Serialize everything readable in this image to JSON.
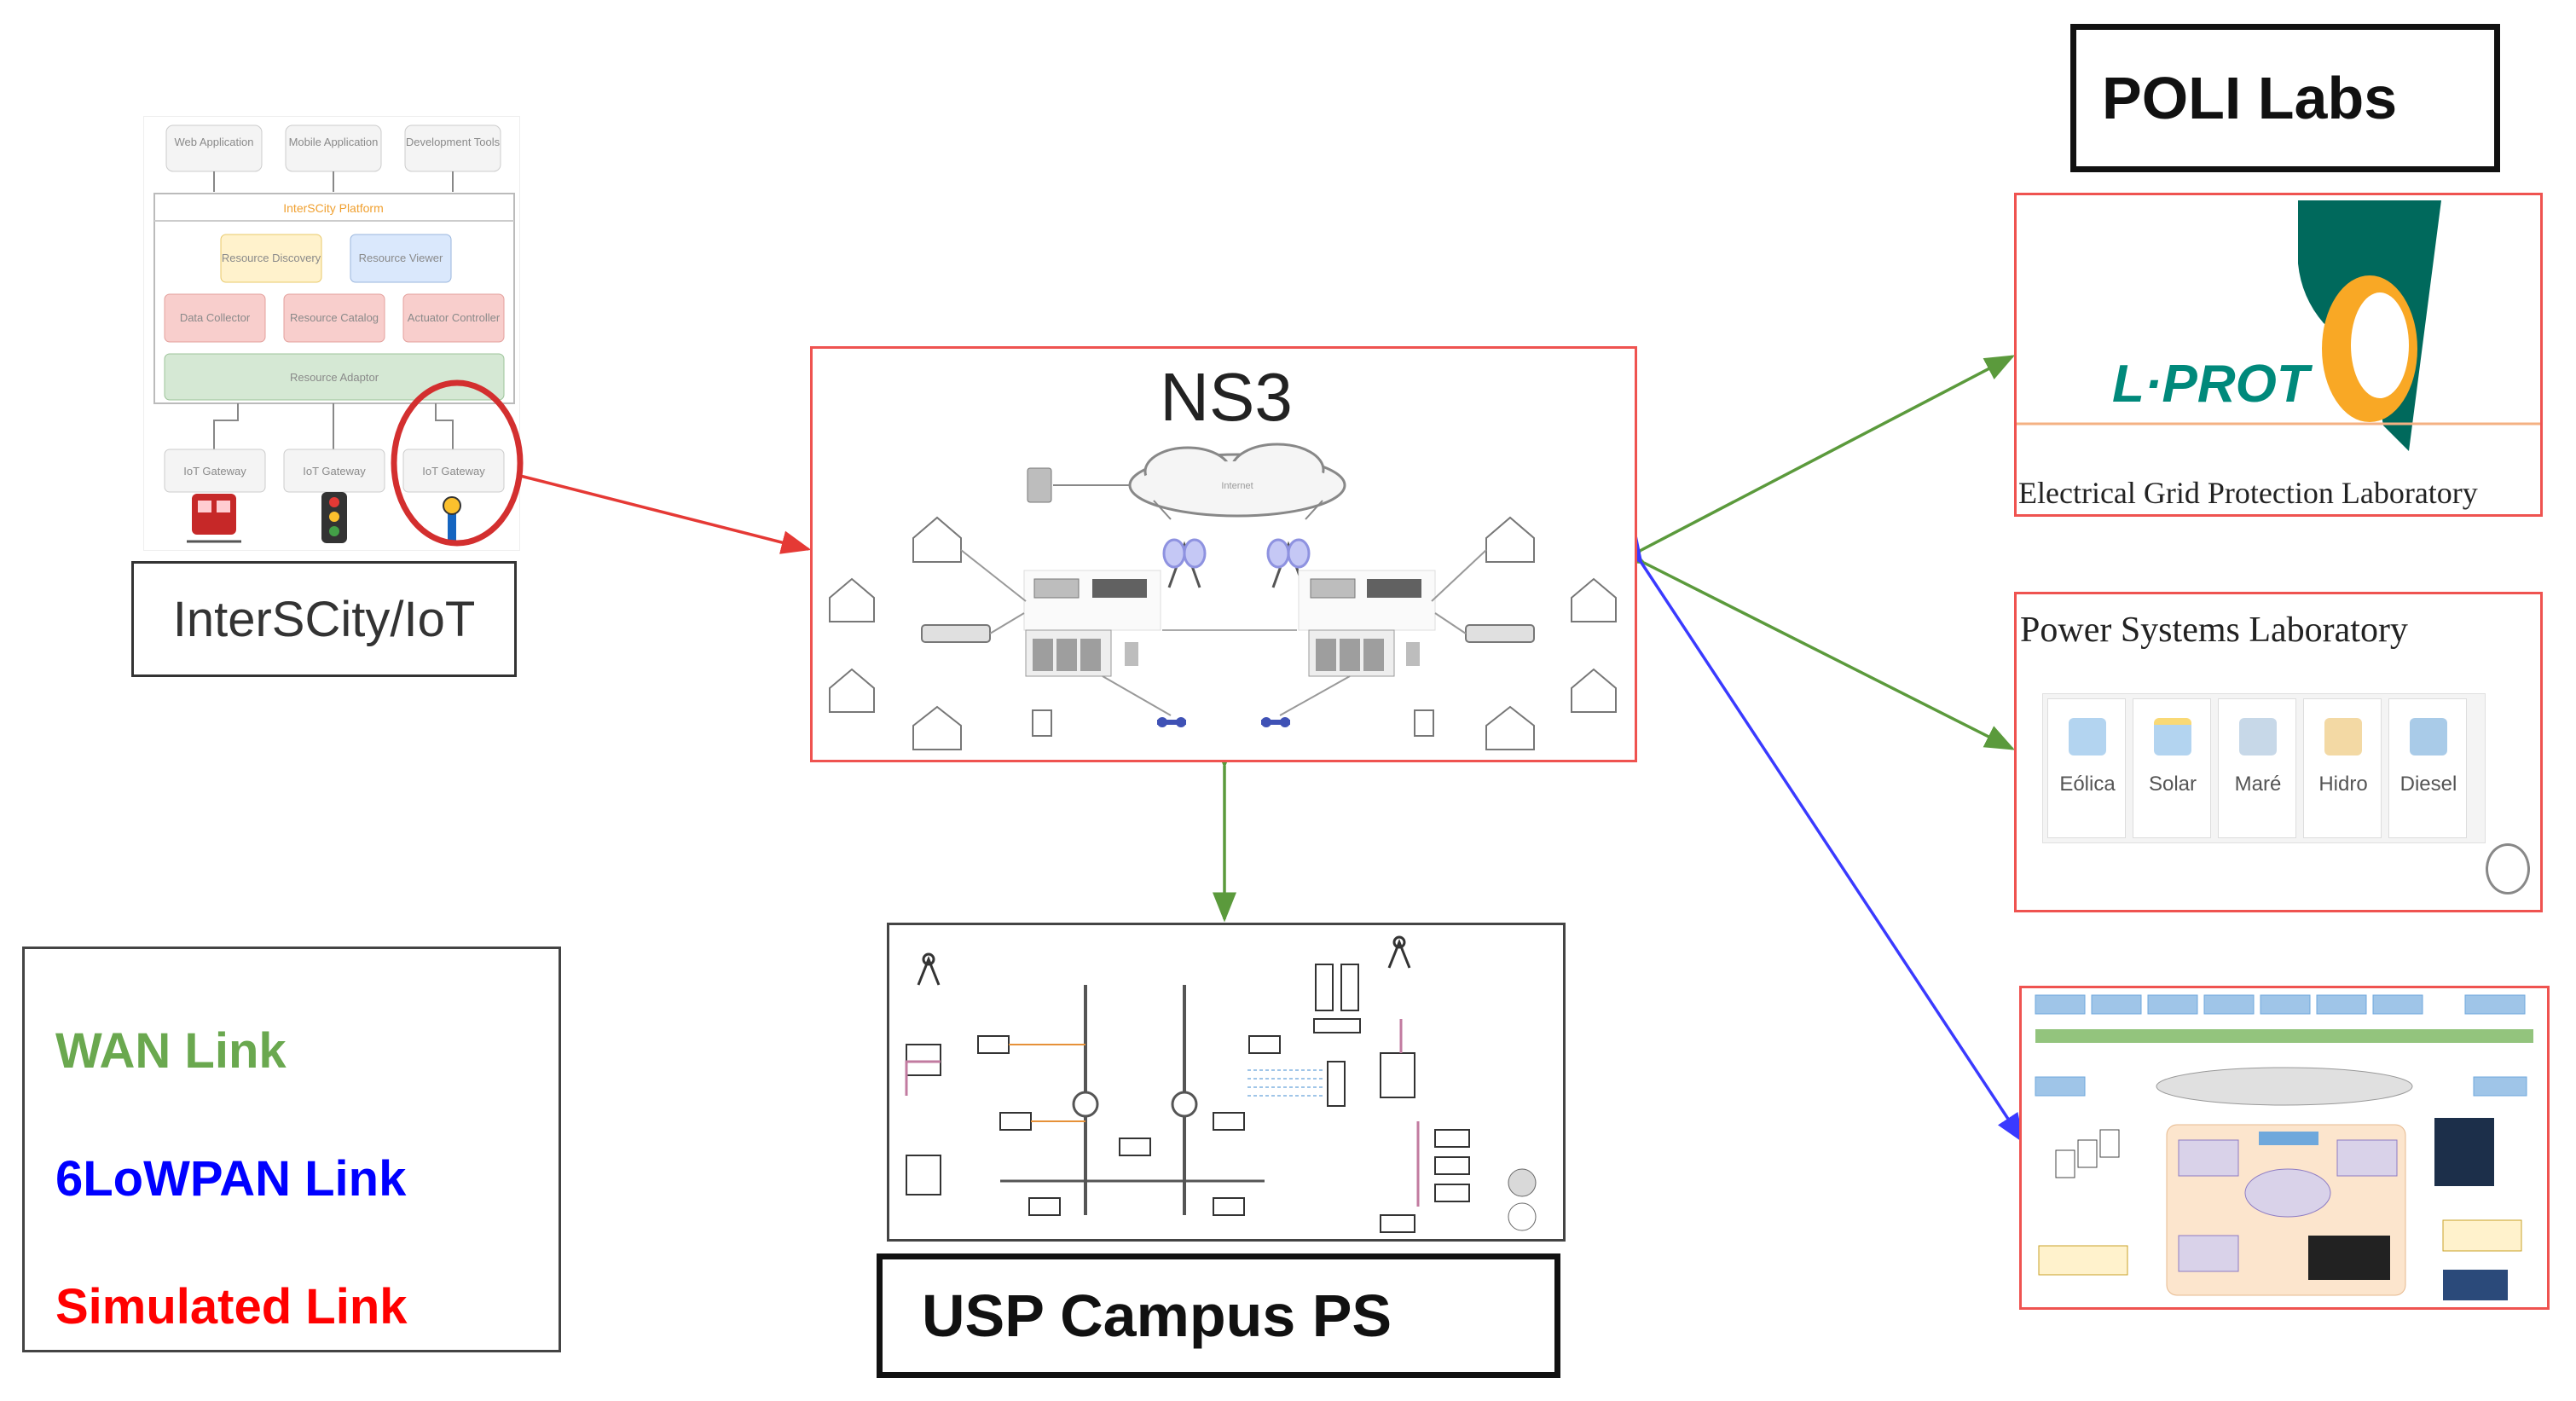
{
  "ns3": {
    "title": "NS3",
    "cloud_label": "Internet"
  },
  "interscity": {
    "label": "InterSCity/IoT",
    "top_apps": [
      "Web Application",
      "Mobile Application",
      "Development Tools"
    ],
    "platform_title": "InterSCity Platform",
    "row1": [
      "Resource Discovery",
      "Resource Viewer"
    ],
    "row2": [
      "Data Collector",
      "Resource Catalog",
      "Actuator Controller"
    ],
    "adaptor": "Resource Adaptor",
    "gateways": [
      "IoT Gateway",
      "IoT Gateway",
      "IoT Gateway"
    ]
  },
  "poli": {
    "title": "POLI Labs",
    "lprot_logo_text": "L·PROT",
    "lprot_caption": "Electrical Grid Protection Laboratory",
    "power_title": "Power Systems Laboratory",
    "power_cards": [
      "Eólica",
      "Solar",
      "Maré",
      "Hidro",
      "Diesel"
    ]
  },
  "usp": {
    "title": "USP Campus PS"
  },
  "legend": {
    "wan": {
      "label": "WAN Link",
      "color": "#6aa84f"
    },
    "lowpan": {
      "label": "6LoWPAN Link",
      "color": "#0000ff"
    },
    "simulated": {
      "label": "Simulated Link",
      "color": "#ff0000"
    }
  }
}
